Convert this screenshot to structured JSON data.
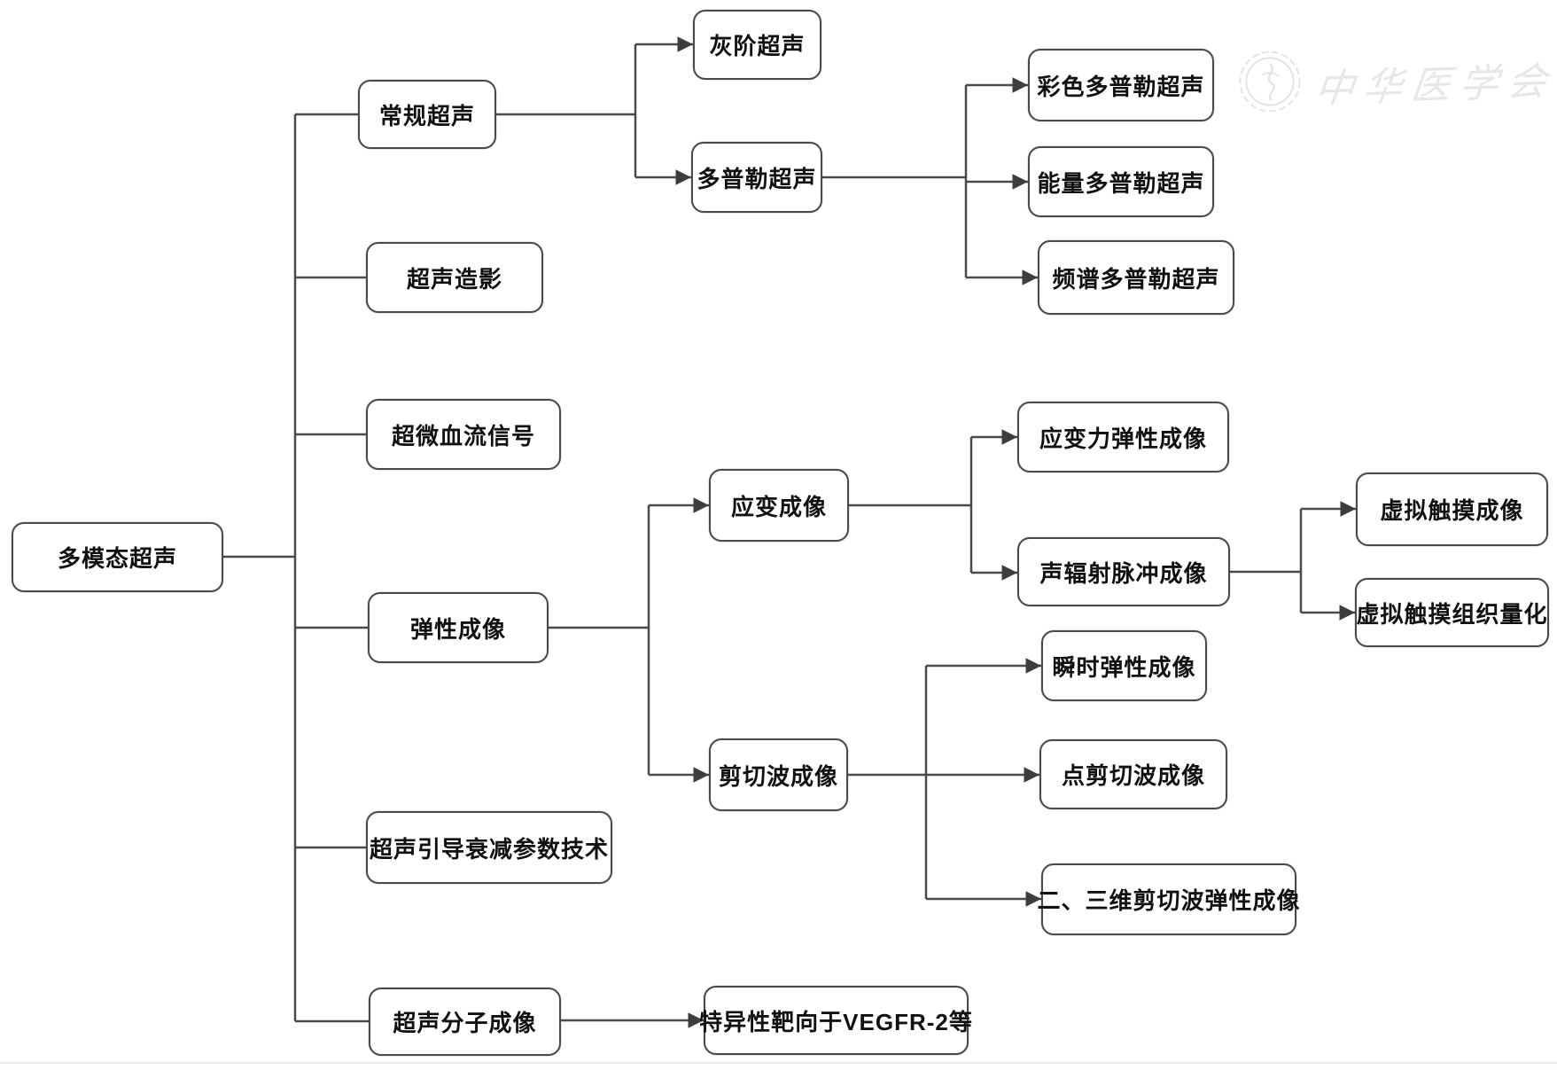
{
  "nodes": {
    "root": {
      "label": "多模态超声"
    },
    "conventional": {
      "label": "常规超声"
    },
    "contrast": {
      "label": "超声造影"
    },
    "microflow": {
      "label": "超微血流信号"
    },
    "elastography": {
      "label": "弹性成像"
    },
    "attenuation": {
      "label": "超声引导衰减参数技术"
    },
    "molecular": {
      "label": "超声分子成像"
    },
    "grayscale": {
      "label": "灰阶超声"
    },
    "doppler": {
      "label": "多普勒超声"
    },
    "color_doppler": {
      "label": "彩色多普勒超声"
    },
    "power_doppler": {
      "label": "能量多普勒超声"
    },
    "spectral_doppler": {
      "label": "频谱多普勒超声"
    },
    "strain": {
      "label": "应变成像"
    },
    "strain_force": {
      "label": "应变力弹性成像"
    },
    "arfi": {
      "label": "声辐射脉冲成像"
    },
    "vti": {
      "label": "虚拟触摸成像"
    },
    "vtq": {
      "label": "虚拟触摸组织量化"
    },
    "shear_wave": {
      "label": "剪切波成像"
    },
    "transient": {
      "label": "瞬时弹性成像"
    },
    "point_shear": {
      "label": "点剪切波成像"
    },
    "shear_2d3d": {
      "label": "二、三维剪切波弹性成像"
    },
    "vegfr": {
      "label": "特异性靶向于VEGFR-2等"
    }
  },
  "edges": [
    {
      "from": "root",
      "to": "conventional"
    },
    {
      "from": "root",
      "to": "contrast"
    },
    {
      "from": "root",
      "to": "microflow"
    },
    {
      "from": "root",
      "to": "elastography"
    },
    {
      "from": "root",
      "to": "attenuation"
    },
    {
      "from": "root",
      "to": "molecular"
    },
    {
      "from": "conventional",
      "to": "grayscale"
    },
    {
      "from": "conventional",
      "to": "doppler"
    },
    {
      "from": "doppler",
      "to": "color_doppler"
    },
    {
      "from": "doppler",
      "to": "power_doppler"
    },
    {
      "from": "doppler",
      "to": "spectral_doppler"
    },
    {
      "from": "elastography",
      "to": "strain"
    },
    {
      "from": "elastography",
      "to": "shear_wave"
    },
    {
      "from": "strain",
      "to": "strain_force"
    },
    {
      "from": "strain",
      "to": "arfi"
    },
    {
      "from": "arfi",
      "to": "vti"
    },
    {
      "from": "arfi",
      "to": "vtq"
    },
    {
      "from": "shear_wave",
      "to": "transient"
    },
    {
      "from": "shear_wave",
      "to": "point_shear"
    },
    {
      "from": "shear_wave",
      "to": "shear_2d3d"
    },
    {
      "from": "molecular",
      "to": "vegfr"
    }
  ],
  "watermark": {
    "org_name": "中华医学会"
  },
  "colors": {
    "line": "#4a4a4a",
    "box_border": "#4a4a4a",
    "text": "#111111",
    "watermark": "#e7e7e7",
    "bottom_rule": "#e0eaf4"
  }
}
